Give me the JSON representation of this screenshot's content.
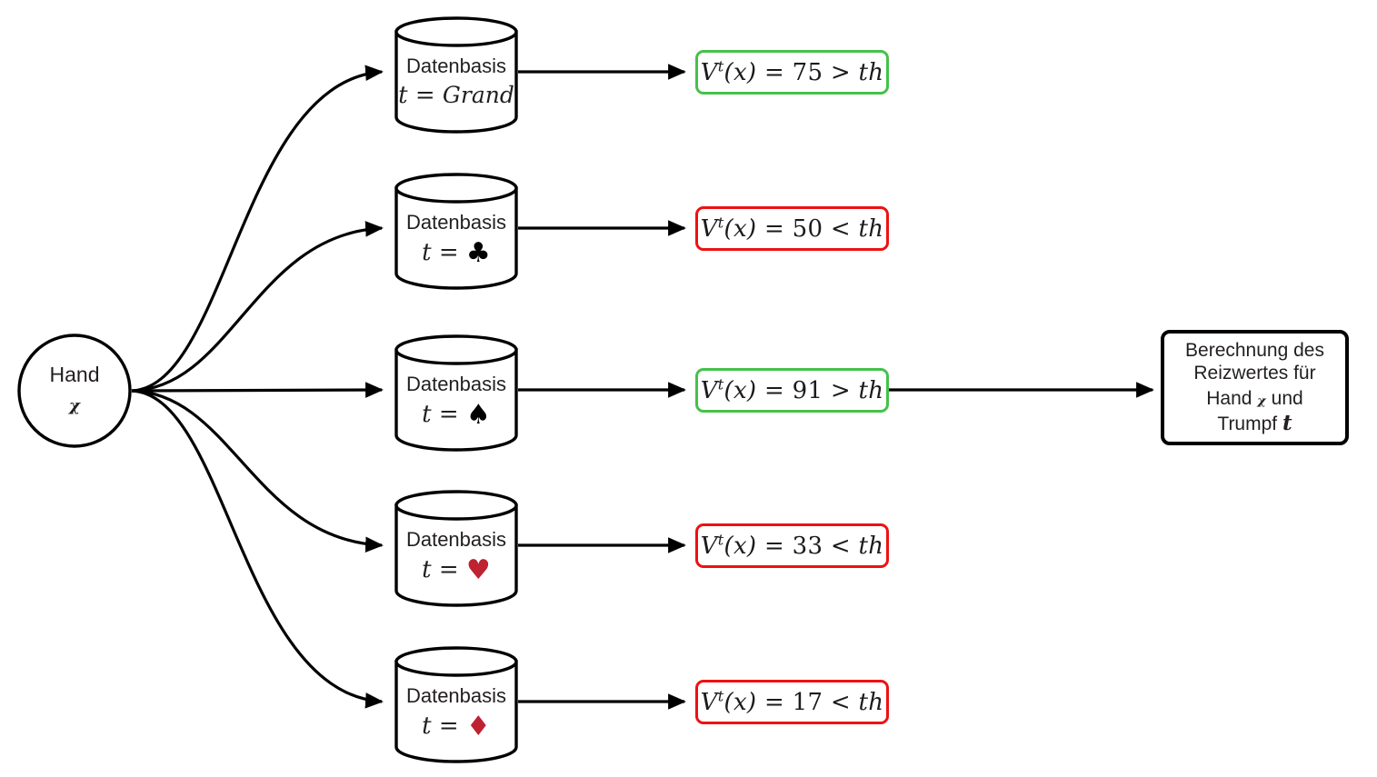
{
  "diagram": {
    "title": "Skat bidding value lookup pipeline",
    "colors": {
      "pass_border": "#45c14a",
      "fail_border": "#ee1111",
      "stroke": "#000000",
      "suit_red": "#bf2230",
      "suit_black": "#000000",
      "background": "#ffffff"
    },
    "source_node": {
      "name": "hand-node",
      "line1": "Hand",
      "line2": "ᵪ"
    },
    "branches": [
      {
        "id": "grand",
        "db_label": "Datenbasis",
        "trump_prefix": "t =",
        "trump_value": "Grand",
        "trump_kind": "text",
        "formula_var": "V",
        "formula_sup": "t",
        "formula_arg": "(x)",
        "formula_eq": "=",
        "value": "75",
        "comparison": ">",
        "threshold": "th",
        "status": "pass"
      },
      {
        "id": "clubs",
        "db_label": "Datenbasis",
        "trump_prefix": "t =",
        "trump_value": "♣",
        "trump_kind": "suit-black",
        "formula_var": "V",
        "formula_sup": "t",
        "formula_arg": "(x)",
        "formula_eq": "=",
        "value": "50",
        "comparison": "<",
        "threshold": "th",
        "status": "fail"
      },
      {
        "id": "spades",
        "db_label": "Datenbasis",
        "trump_prefix": "t =",
        "trump_value": "♠",
        "trump_kind": "suit-black",
        "formula_var": "V",
        "formula_sup": "t",
        "formula_arg": "(x)",
        "formula_eq": "=",
        "value": "91",
        "comparison": ">",
        "threshold": "th",
        "status": "pass"
      },
      {
        "id": "hearts",
        "db_label": "Datenbasis",
        "trump_prefix": "t =",
        "trump_value": "♥",
        "trump_kind": "suit-red",
        "formula_var": "V",
        "formula_sup": "t",
        "formula_arg": "(x)",
        "formula_eq": "=",
        "value": "33",
        "comparison": "<",
        "threshold": "th",
        "status": "fail"
      },
      {
        "id": "diamonds",
        "db_label": "Datenbasis",
        "trump_prefix": "t =",
        "trump_value": "♦",
        "trump_kind": "suit-red",
        "formula_var": "V",
        "formula_sup": "t",
        "formula_arg": "(x)",
        "formula_eq": "=",
        "value": "17",
        "comparison": "<",
        "threshold": "th",
        "status": "fail"
      }
    ],
    "result_node": {
      "name": "result-node",
      "line1": "Berechnung des",
      "line2": "Reizwertes für",
      "line3_a": "Hand",
      "line3_var": "ᵪ",
      "line3_b": "und",
      "line4_a": "Trumpf",
      "line4_var": "t"
    }
  }
}
